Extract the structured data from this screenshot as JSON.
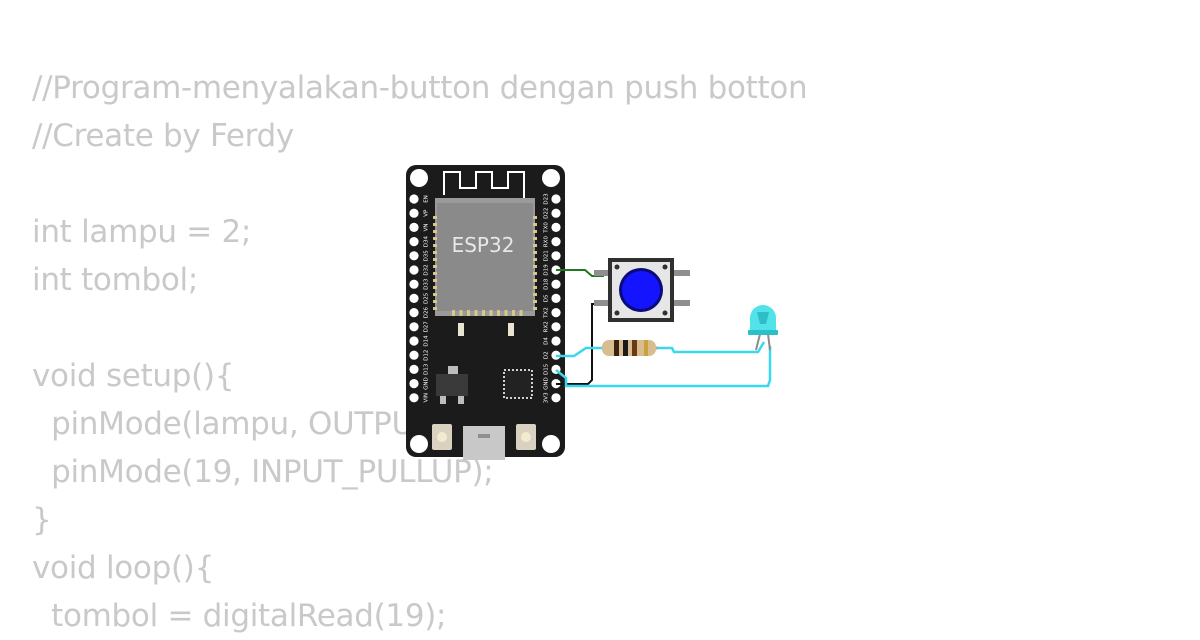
{
  "code": {
    "lines": [
      "//Program-menyalakan-button dengan push botton",
      "//Create by Ferdy",
      "",
      "int lampu = 2;",
      "int tombol;",
      "",
      "void setup(){",
      "  pinMode(lampu, OUTPUT);",
      "  pinMode(19, INPUT_PULLUP);",
      "}",
      "void loop(){",
      "  tombol = digitalRead(19);"
    ]
  },
  "board": {
    "chip_label": "ESP32",
    "left_pins": [
      "EN",
      "VP",
      "VN",
      "D34",
      "D35",
      "D32",
      "D33",
      "D25",
      "D26",
      "D27",
      "D14",
      "D12",
      "D13",
      "GND",
      "VIN"
    ],
    "right_pins": [
      "D23",
      "D22",
      "TX0",
      "RX0",
      "D21",
      "D19",
      "D18",
      "D5",
      "TX2",
      "RX2",
      "D4",
      "D2",
      "D15",
      "GND",
      "3V3"
    ]
  },
  "colors": {
    "board": "#1b1b1b",
    "chip": "#8a8a8a",
    "button_cap": "#1414ff",
    "led": "#3ee0e8",
    "wire_green": "#1f7a1f",
    "wire_black": "#111111",
    "wire_cyan": "#3ad8ee",
    "code_text": "#c9c9c9"
  }
}
